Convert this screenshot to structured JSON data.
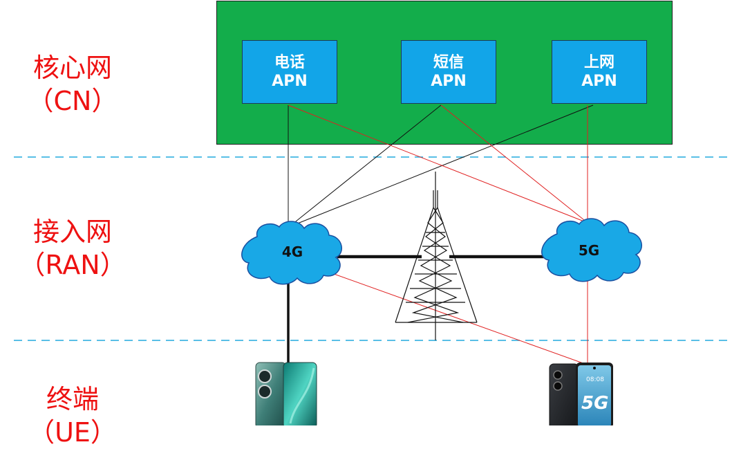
{
  "layers": {
    "cn": {
      "line1": "核心网",
      "line2": "（CN）"
    },
    "ran": {
      "line1": "接入网",
      "line2": "（RAN）"
    },
    "ue": {
      "line1": "终端",
      "line2": "（UE）"
    }
  },
  "apns": [
    {
      "line1": "电话",
      "line2": "APN"
    },
    {
      "line1": "短信",
      "line2": "APN"
    },
    {
      "line1": "上网",
      "line2": "APN"
    }
  ],
  "clouds": {
    "left": "4G",
    "right": "5G"
  },
  "phones": {
    "right_screen_badge": "5G",
    "right_screen_time": "08:08"
  },
  "colors": {
    "core_green": "#13ad4b",
    "apn_blue": "#12a5e8",
    "cloud_blue": "#19a8e6",
    "label_red": "#ee1111",
    "divider_cyan": "#22aadd",
    "link_red": "#e02020"
  }
}
